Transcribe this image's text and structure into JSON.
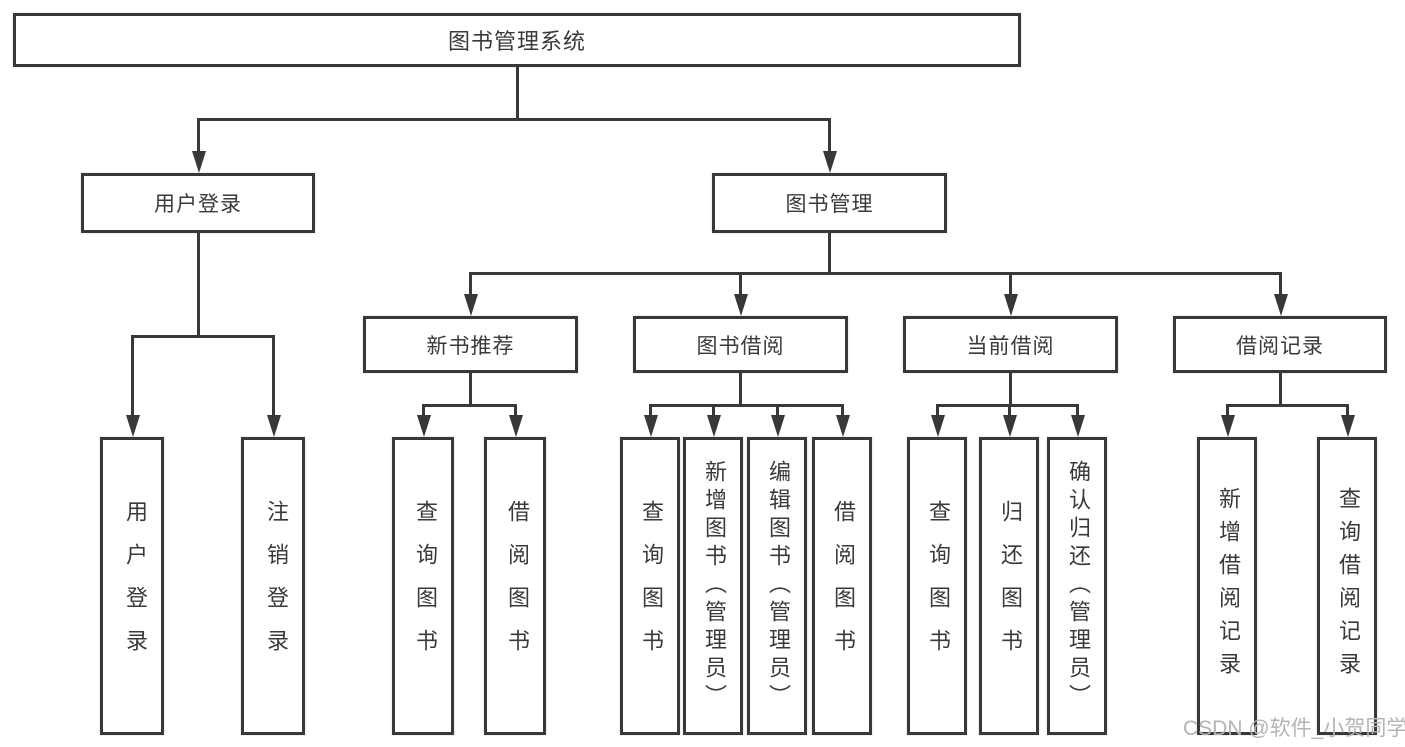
{
  "tree": {
    "label": "图书管理系统",
    "children": [
      {
        "label": "用户登录",
        "children": [
          {
            "label": "用户登录"
          },
          {
            "label": "注销登录"
          }
        ]
      },
      {
        "label": "图书管理",
        "children": [
          {
            "label": "新书推荐",
            "children": [
              {
                "label": "查询图书"
              },
              {
                "label": "借阅图书"
              }
            ]
          },
          {
            "label": "图书借阅",
            "children": [
              {
                "label": "查询图书"
              },
              {
                "label": "新增图书（管理员）"
              },
              {
                "label": "编辑图书（管理员）"
              },
              {
                "label": "借阅图书"
              }
            ]
          },
          {
            "label": "当前借阅",
            "children": [
              {
                "label": "查询图书"
              },
              {
                "label": "归还图书"
              },
              {
                "label": "确认归还（管理员）"
              }
            ]
          },
          {
            "label": "借阅记录",
            "children": [
              {
                "label": "新增借阅记录"
              },
              {
                "label": "查询借阅记录"
              }
            ]
          }
        ]
      }
    ]
  },
  "watermark": {
    "text": "CSDN @软件_小贺同学"
  },
  "colors": {
    "line": "#383838",
    "text": "#3a3a3a",
    "background": "#ffffff",
    "watermark": "#b4b4b4"
  }
}
